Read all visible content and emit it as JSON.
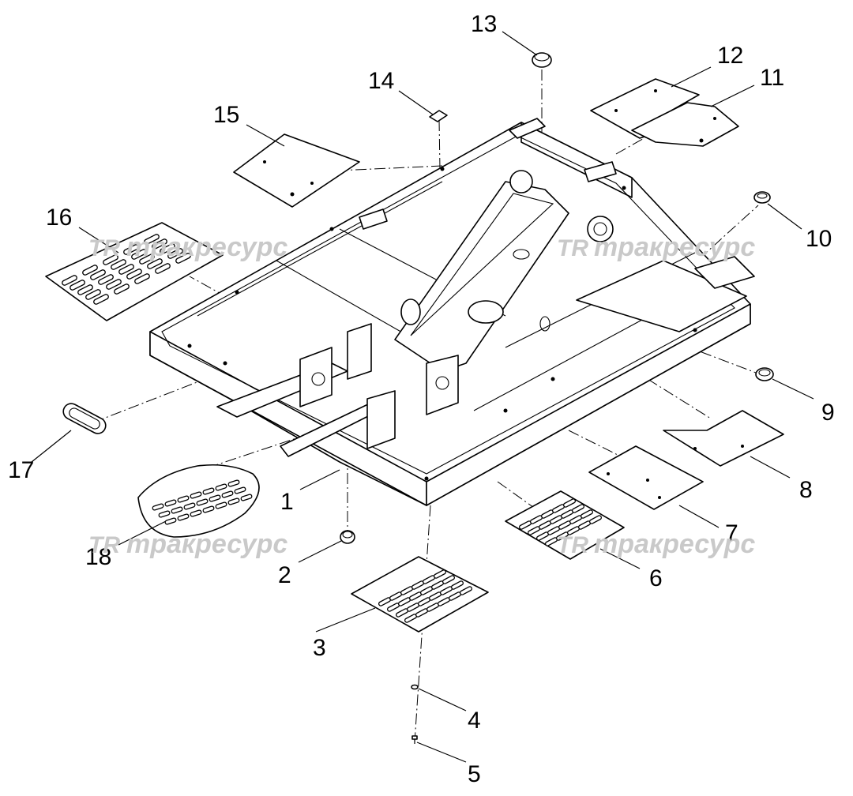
{
  "callouts": [
    {
      "id": "1",
      "label": "1"
    },
    {
      "id": "2",
      "label": "2"
    },
    {
      "id": "3",
      "label": "3"
    },
    {
      "id": "4",
      "label": "4"
    },
    {
      "id": "5",
      "label": "5"
    },
    {
      "id": "6",
      "label": "6"
    },
    {
      "id": "7",
      "label": "7"
    },
    {
      "id": "8",
      "label": "8"
    },
    {
      "id": "9",
      "label": "9"
    },
    {
      "id": "10",
      "label": "10"
    },
    {
      "id": "11",
      "label": "11"
    },
    {
      "id": "12",
      "label": "12"
    },
    {
      "id": "13",
      "label": "13"
    },
    {
      "id": "14",
      "label": "14"
    },
    {
      "id": "15",
      "label": "15"
    },
    {
      "id": "16",
      "label": "16"
    },
    {
      "id": "17",
      "label": "17"
    },
    {
      "id": "18",
      "label": "18"
    }
  ],
  "watermark": {
    "text": "тракресурс",
    "logo": "TR"
  },
  "colors": {
    "line": "#000000",
    "watermark": "#c9c9c9",
    "background": "#ffffff"
  }
}
